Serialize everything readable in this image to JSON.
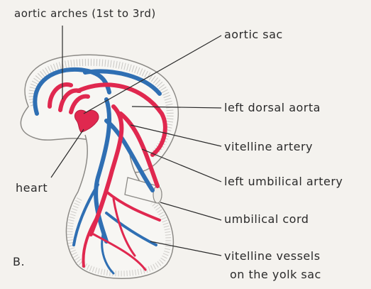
{
  "panel_letter": "B.",
  "labels": {
    "aortic_arches": "aortic arches (1st to 3rd)",
    "aortic_sac": "aortic sac",
    "left_dorsal_aorta": "left dorsal aorta",
    "vitelline_artery": "vitelline artery",
    "left_umbilical_artery": "left umbilical artery",
    "heart": "heart",
    "umbilical_cord": "umbilical cord",
    "vitelline_vessels_line1": "vitelline vessels",
    "vitelline_vessels_line2": "on the yolk sac"
  },
  "colors": {
    "artery": "#e0284f",
    "vein": "#2f6fb3",
    "embryo_fill": "#f7f6f3",
    "stipple": "#9c9a96",
    "leader": "#2a2a2a"
  }
}
